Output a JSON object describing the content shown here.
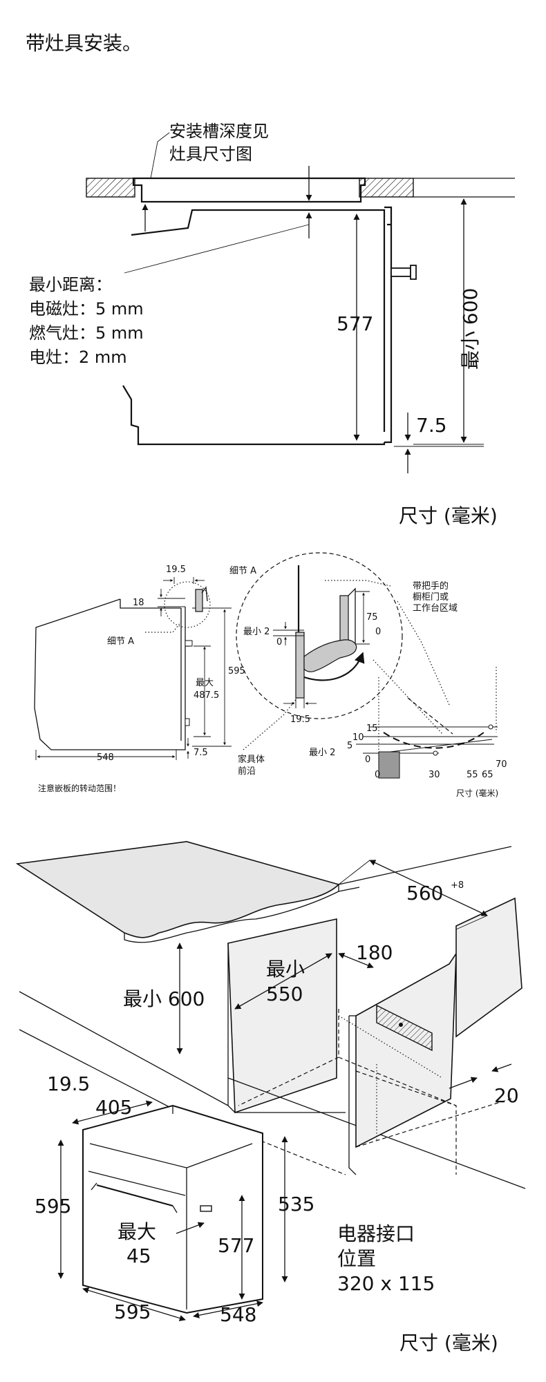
{
  "header": {
    "title": "带灶具安装。"
  },
  "section1": {
    "slot_note_line1": "安装槽深度见",
    "slot_note_line2": "灶具尺寸图",
    "min_gap_title": "最小距离：",
    "min_gap_induction": "电磁灶：5 mm",
    "min_gap_gas": "燃气灶：5 mm",
    "min_gap_electric": "电灶：2 mm",
    "dim_577": "577",
    "dim_min600": "最小 600",
    "dim_7_5": "7.5",
    "units": "尺寸 (毫米)"
  },
  "section2": {
    "dim_19_5_top": "19.5",
    "dim_18": "18",
    "detail_a_left": "细节 A",
    "dim_595": "595",
    "max_label": "最大",
    "dim_487_5": "487.5",
    "dim_548": "548",
    "dim_7_5": "7.5",
    "detail_a_title": "细节 A",
    "dim_75": "75",
    "dim_0_right": "0",
    "min2_label": "最小 2",
    "dim_0_left": "0",
    "dim_19_5_bottom": "19.5",
    "cabinet_front_line1": "家具体",
    "cabinet_front_line2": "前沿",
    "handle_zone_line1": "带把手的",
    "handle_zone_line2": "橱柜门或",
    "handle_zone_line3": "工作台区域",
    "tick_15": "15",
    "tick_10": "10",
    "tick_5": "5",
    "tick_min2": "最小 2",
    "tick_0": "0",
    "tick_0b": "0",
    "tick_30": "30",
    "tick_55": "55",
    "tick_65": "65",
    "tick_70": "70",
    "door_note": "注意嵌板的转动范围！",
    "units": "尺寸 (毫米)"
  },
  "section3": {
    "dim_560": "560",
    "dim_560_sup": "+8",
    "dim_180": "180",
    "dim_min_label": "最小",
    "dim_550": "550",
    "dim_min600": "最小 600",
    "dim_20": "20",
    "dim_19_5": "19.5",
    "dim_405": "405",
    "dim_595_h": "595",
    "dim_535": "535",
    "max_label": "最大",
    "dim_45": "45",
    "dim_577": "577",
    "dim_595_w": "595",
    "dim_548": "548",
    "socket_line1": "电器接口",
    "socket_line2": "位置",
    "socket_line3": "320 x 115",
    "units": "尺寸 (毫米)"
  }
}
